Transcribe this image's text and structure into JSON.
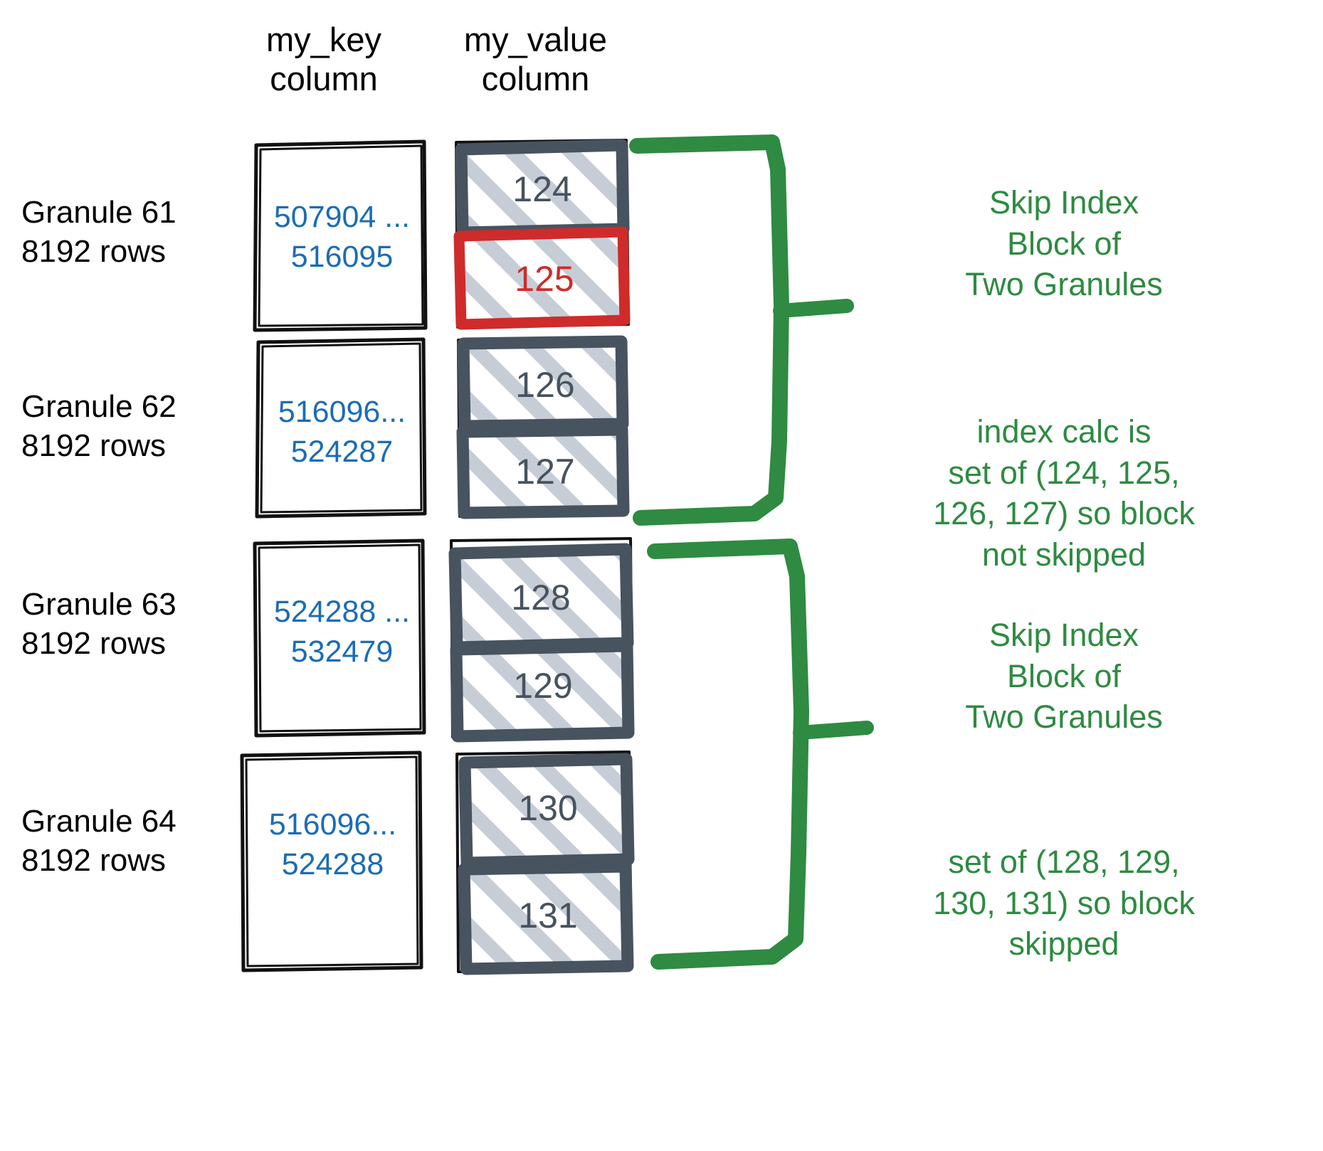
{
  "headers": {
    "key_column": "my_key\ncolumn",
    "value_column": "my_value\ncolumn"
  },
  "colors": {
    "key_value_blue": "#1b6cb5",
    "value_border_slate": "#47535f",
    "hatch_gray": "#c6cdd6",
    "highlight_red": "#cf2b2b",
    "annotation_green": "#2e8b41",
    "outline_black": "#111111"
  },
  "granules": [
    {
      "label": "Granule 61\n8192 rows",
      "key_range": "507904 ...\n516095",
      "values": [
        {
          "number": "124",
          "highlighted": false
        },
        {
          "number": "125",
          "highlighted": true
        }
      ]
    },
    {
      "label": "Granule 62\n8192 rows",
      "key_range": "516096...\n524287",
      "values": [
        {
          "number": "126",
          "highlighted": false
        },
        {
          "number": "127",
          "highlighted": false
        }
      ]
    },
    {
      "label": "Granule 63\n8192 rows",
      "key_range": "524288 ...\n532479",
      "values": [
        {
          "number": "128",
          "highlighted": false
        },
        {
          "number": "129",
          "highlighted": false
        }
      ]
    },
    {
      "label": "Granule 64\n8192 rows",
      "key_range": "516096...\n524288",
      "values": [
        {
          "number": "130",
          "highlighted": false
        },
        {
          "number": "131",
          "highlighted": false
        }
      ]
    }
  ],
  "annotations": [
    {
      "text": "Skip Index\nBlock of\nTwo Granules"
    },
    {
      "text": "index calc is\nset of (124, 125,\n126, 127) so block\nnot skipped"
    },
    {
      "text": "Skip Index\nBlock of\nTwo Granules"
    },
    {
      "text": "set of (128, 129,\n130, 131) so block\nskipped"
    }
  ]
}
